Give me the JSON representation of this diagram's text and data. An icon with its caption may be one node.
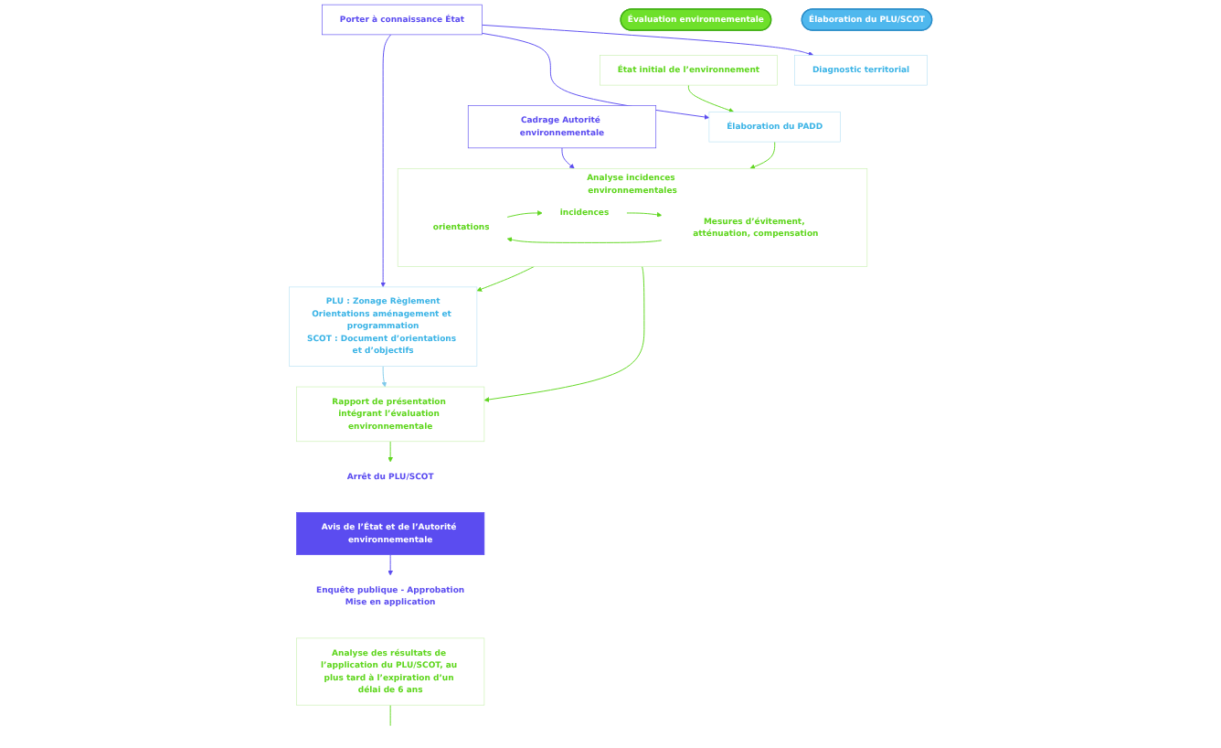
{
  "diagram": {
    "nodes": [
      {
        "text": [
          "Élaboration du PLU/SCOT"
        ]
      },
      {
        "text": [
          "Évaluation environnementale"
        ]
      },
      {
        "text": [
          "Porter à connaissance État"
        ]
      },
      {
        "text": [
          "Diagnostic territorial"
        ]
      },
      {
        "text": [
          "État initial de l’environnement"
        ]
      },
      {
        "text": [
          "Cadrage Autorité environnementale"
        ]
      },
      {
        "text": [
          "Élaboration du PADD"
        ]
      },
      {
        "text": [
          "Analyse incidences environnementales"
        ]
      },
      {
        "text": [
          "orientations"
        ],
        "in": 7
      },
      {
        "text": [
          "incidences"
        ],
        "in": 7
      },
      {
        "text": [
          "Mesures d’évitement, atténuation, compensation"
        ],
        "in": 7
      },
      {
        "text": [
          "PLU : Zonage Règlement",
          "Orientations aménagement et programmation",
          "SCOT : Document d’orientations et d’objectifs"
        ]
      },
      {
        "text": [
          "Rapport de présentation intégrant l’évaluation environnementale"
        ]
      },
      {
        "text": [
          "Arrêt du PLU/SCOT"
        ]
      },
      {
        "text": [
          "Avis de l’État et de l’Autorité environnementale"
        ]
      },
      {
        "text": [
          "Enquête publique - Approbation",
          "Mise en application"
        ]
      },
      {
        "text": [
          "Analyse des résultats de l’application du PLU/SCOT, au plus tard à l’expiration d’un délai de 6 ans"
        ]
      }
    ],
    "edges": [
      {
        "from": 2,
        "to": 3,
        "arrow": "to",
        "color": "#5b4cf0"
      },
      {
        "from": 2,
        "to": 6,
        "arrow": "to",
        "color": "#5b4cf0"
      },
      {
        "from": 2,
        "to": 11,
        "arrow": "to",
        "color": "#5b4cf0"
      },
      {
        "from": 5,
        "to": 7,
        "arrow": "to",
        "color": "#5b4cf0"
      },
      {
        "from": 4,
        "to": 6,
        "arrow": "to"
      },
      {
        "from": 6,
        "to": 7,
        "arrow": "to"
      },
      {
        "from": 7,
        "to": 11,
        "arrow": "to"
      },
      {
        "from": 8,
        "to": 9,
        "arrow": "to"
      },
      {
        "from": 9,
        "to": 10,
        "arrow": "to"
      },
      {
        "from": 10,
        "to": 8,
        "arrow": "to"
      },
      {
        "from": 11,
        "to": 12,
        "arrow": "to",
        "color": "#7fcbea"
      },
      {
        "from": 7,
        "to": 12,
        "arrow": "to"
      },
      {
        "from": 12,
        "to": 13,
        "arrow": "to"
      },
      {
        "from": 14,
        "to": 15,
        "arrow": "to",
        "color": "#5b4cf0"
      },
      {
        "from": 16,
        "to": null,
        "arrow": "none"
      }
    ]
  }
}
